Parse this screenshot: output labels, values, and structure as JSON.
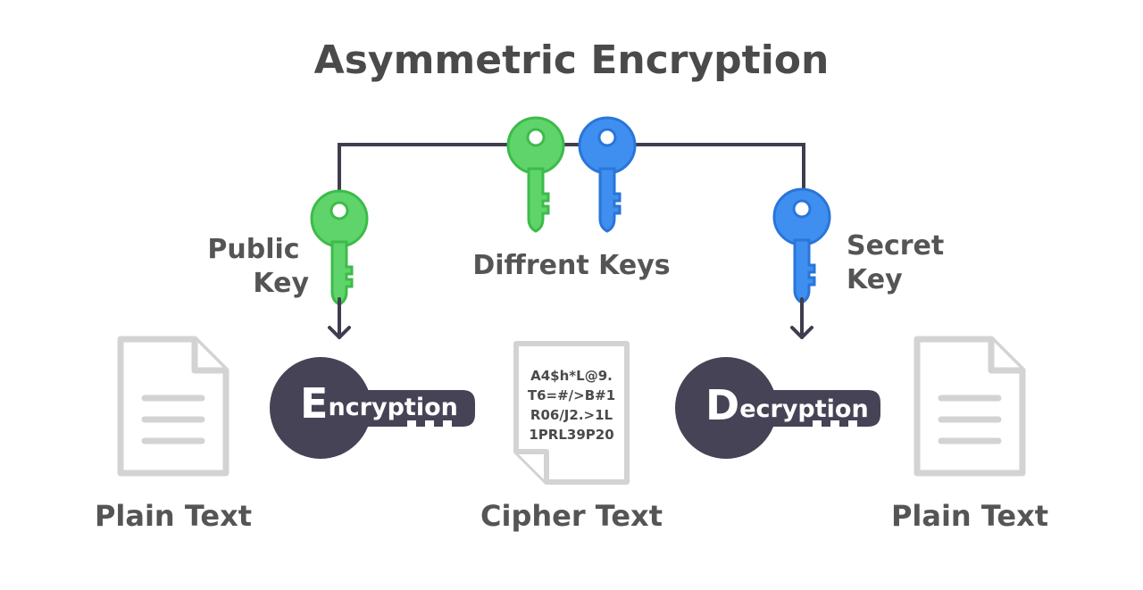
{
  "title": "Asymmetric Encryption",
  "labels": {
    "public_key": [
      "Public",
      "Key"
    ],
    "secret_key": [
      "Secret",
      "Key"
    ],
    "different_keys": "Diffrent Keys",
    "plain_text_left": "Plain Text",
    "cipher_text": "Cipher Text",
    "plain_text_right": "Plain Text"
  },
  "encryption_key": {
    "initial": "E",
    "rest": "ncryption"
  },
  "decryption_key": {
    "initial": "D",
    "rest": "ecryption"
  },
  "cipher_lines": [
    "A4$h*L@9.",
    "T6=#/>B#1",
    "R06/J2.>1L",
    "1PRL39P20"
  ],
  "colors": {
    "title": "#4a4a4a",
    "text": "#555555",
    "line": "#3f3d4f",
    "dark_key": "#454355",
    "green_key": "#5fd46a",
    "green_key_stroke": "#3dbb4a",
    "blue_key": "#3f8ff0",
    "blue_key_stroke": "#2a75d8",
    "document": "#d3d3d3",
    "document_fill": "#ffffff"
  },
  "icons": [
    "green-key-icon",
    "blue-key-icon",
    "document-icon",
    "cipher-document-icon"
  ]
}
